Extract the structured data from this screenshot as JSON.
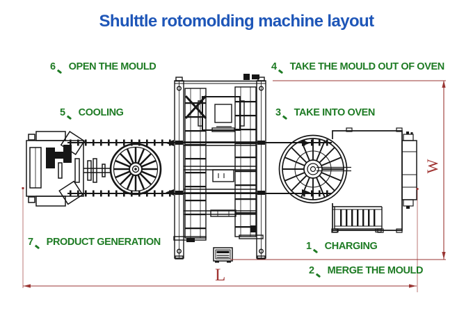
{
  "title": {
    "text": "Shulttle rotomolding machine layout"
  },
  "steps": [
    {
      "num": "1",
      "text": "CHARGING"
    },
    {
      "num": "2",
      "text": "MERGE THE MOULD"
    },
    {
      "num": "3",
      "text": "TAKE INTO OVEN"
    },
    {
      "num": "4",
      "text": "TAKE THE MOULD OUT OF OVEN"
    },
    {
      "num": "5",
      "text": "COOLING"
    },
    {
      "num": "6",
      "text": "OPEN THE MOULD"
    },
    {
      "num": "7",
      "text": "PRODUCT GENERATION"
    }
  ],
  "dimensions": {
    "length_label": "L",
    "width_label": "W"
  },
  "colors": {
    "title_blue": "#1e56b8",
    "label_green": "#1e7b24",
    "dimension_red": "#9a3633",
    "drawing_ink": "#161616",
    "background": "#ffffff"
  },
  "diagram_parts": [
    "cooling-station",
    "left-rotary-wheel",
    "transfer-rails",
    "shuttle-frame",
    "control-box",
    "right-rotary-wheel",
    "oven",
    "access-stairs",
    "dimension-lines"
  ]
}
